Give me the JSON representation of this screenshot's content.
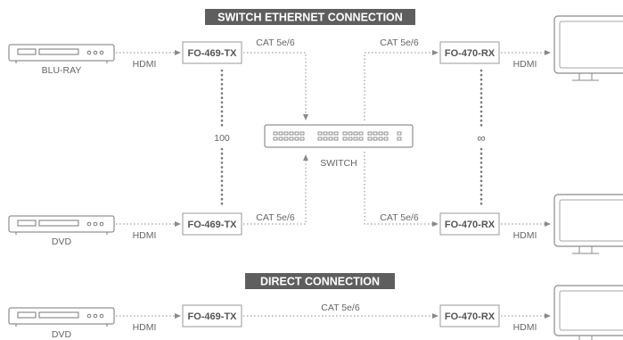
{
  "sections": {
    "switch_title": "SWITCH ETHERNET CONNECTION",
    "direct_title": "DIRECT CONNECTION"
  },
  "sources": {
    "top": "BLU-RAY",
    "middle": "DVD",
    "bottom": "DVD"
  },
  "transmitters": {
    "top": "FO-469-TX",
    "middle": "FO-469-TX",
    "bottom": "FO-469-TX"
  },
  "receivers": {
    "top": "FO-470-RX",
    "middle": "FO-470-RX",
    "bottom": "FO-470-RX"
  },
  "switch_label": "SWITCH",
  "links": {
    "hdmi_src_top": "HDMI",
    "hdmi_src_middle": "HDMI",
    "hdmi_src_bottom": "HDMI",
    "hdmi_rx_top": "HDMI",
    "hdmi_rx_middle": "HDMI",
    "hdmi_rx_bottom": "HDMI",
    "cat_tx_top": "CAT 5e/6",
    "cat_tx_middle": "CAT 5e/6",
    "cat_rx_top": "CAT 5e/6",
    "cat_rx_middle": "CAT 5e/6",
    "cat_direct": "CAT 5e/6"
  },
  "tx_link_label": "100",
  "rx_link_label": "∞",
  "colors": {
    "title_bg": "#5e5e5e",
    "box_border": "#999999",
    "line": "#8a8a8a",
    "text": "#666666"
  }
}
